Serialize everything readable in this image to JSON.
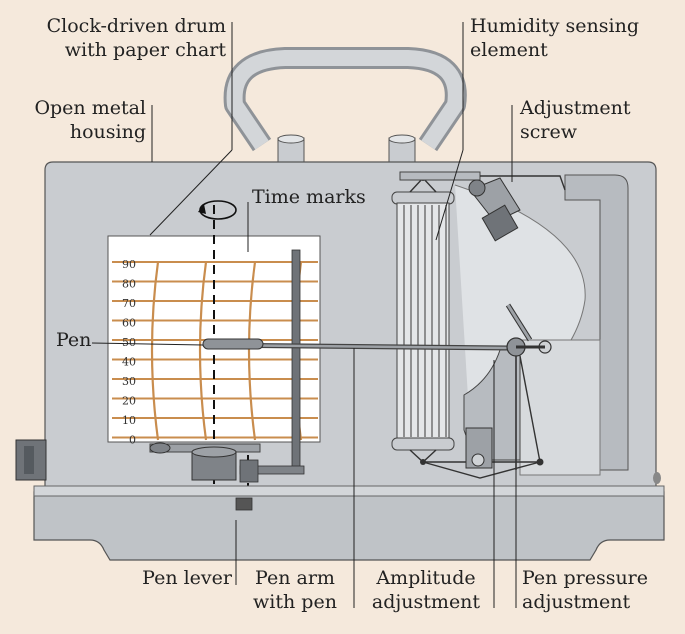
{
  "labels": {
    "drum": [
      "Clock-driven drum",
      "with paper chart"
    ],
    "housing": [
      "Open metal",
      "housing"
    ],
    "humidity": [
      "Humidity sensing",
      "element"
    ],
    "adjust_screw": [
      "Adjustment",
      "screw"
    ],
    "time_marks": "Time marks",
    "pen": "Pen",
    "pen_lever": "Pen lever",
    "pen_arm": [
      "Pen arm",
      "with pen"
    ],
    "amplitude": [
      "Amplitude",
      "adjustment"
    ],
    "pen_pressure": [
      "Pen pressure",
      "adjustment"
    ]
  },
  "chart_scale": [
    "90",
    "80",
    "70",
    "60",
    "50",
    "40",
    "30",
    "20",
    "10",
    "0"
  ],
  "colors": {
    "background": "#f5e9dc",
    "housing": "#c9ccd0",
    "housing_dark": "#a8acb1",
    "grid_line": "#c98d4e",
    "paper": "#ffffff",
    "outline": "#333333"
  }
}
